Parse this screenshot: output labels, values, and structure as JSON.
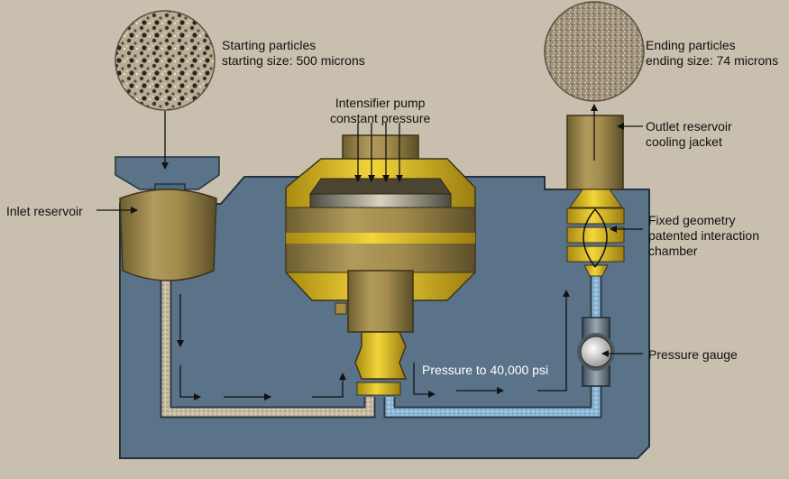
{
  "labels": {
    "starting_particles": {
      "line1": "Starting particles",
      "line2": "starting size: 500 microns"
    },
    "ending_particles": {
      "line1": "Ending particles",
      "line2": "ending size: 74 microns"
    },
    "intensifier_pump": {
      "line1": "Intensifier pump",
      "line2": "constant pressure"
    },
    "outlet_reservoir": {
      "line1": "Outlet reservoir",
      "line2": "cooling jacket"
    },
    "inlet_reservoir": "Inlet reservoir",
    "interaction_chamber": {
      "line1": "Fixed geometry",
      "line2": "patented interaction",
      "line3": "chamber"
    },
    "pressure_gauge": "Pressure gauge",
    "pressure_note": "Pressure to 40,000 psi"
  },
  "colors": {
    "background": "#c8bfae",
    "housing": "#5a7388",
    "housing_edge": "#24323e",
    "brass": "#a08a4c",
    "gold": "#e8c829",
    "feed_line": "#c7bba0",
    "product_line": "#8fb8d8"
  }
}
